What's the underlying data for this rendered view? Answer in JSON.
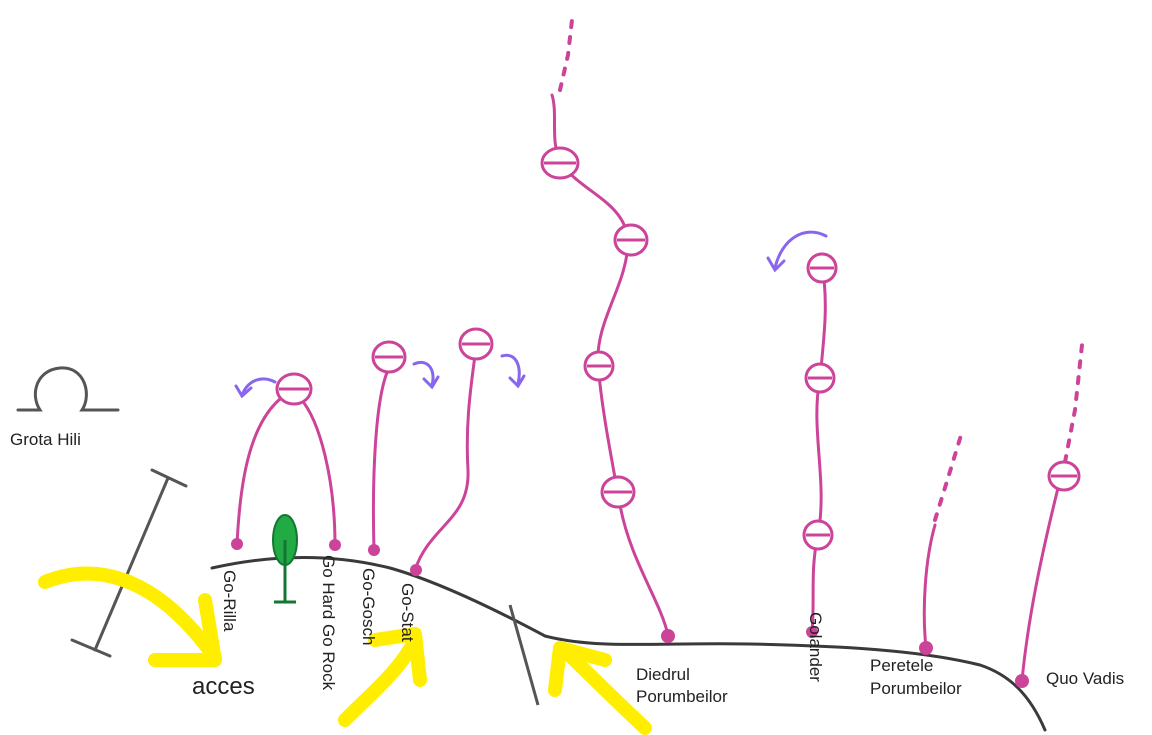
{
  "labels": {
    "grota": "Grota Hili",
    "acces": "acces",
    "go_rilla": "Go-Rilla",
    "go_hard": "Go Hard Go Rock",
    "go_gosch": "Go-Gosch",
    "go_stat": "Go-Stat",
    "diedrul_1": "Diedrul",
    "diedrul_2": "Porumbeilor",
    "golander": "Golander",
    "peretele_1": "Peretele",
    "peretele_2": "Porumbeilor",
    "quo_vadis": "Quo Vadis"
  },
  "colors": {
    "route": "#cc4499",
    "ground": "#3a3a3a",
    "arrow": "#ffee00",
    "curl": "#8866ee",
    "tree": "#22aa44",
    "cave": "#555555"
  }
}
